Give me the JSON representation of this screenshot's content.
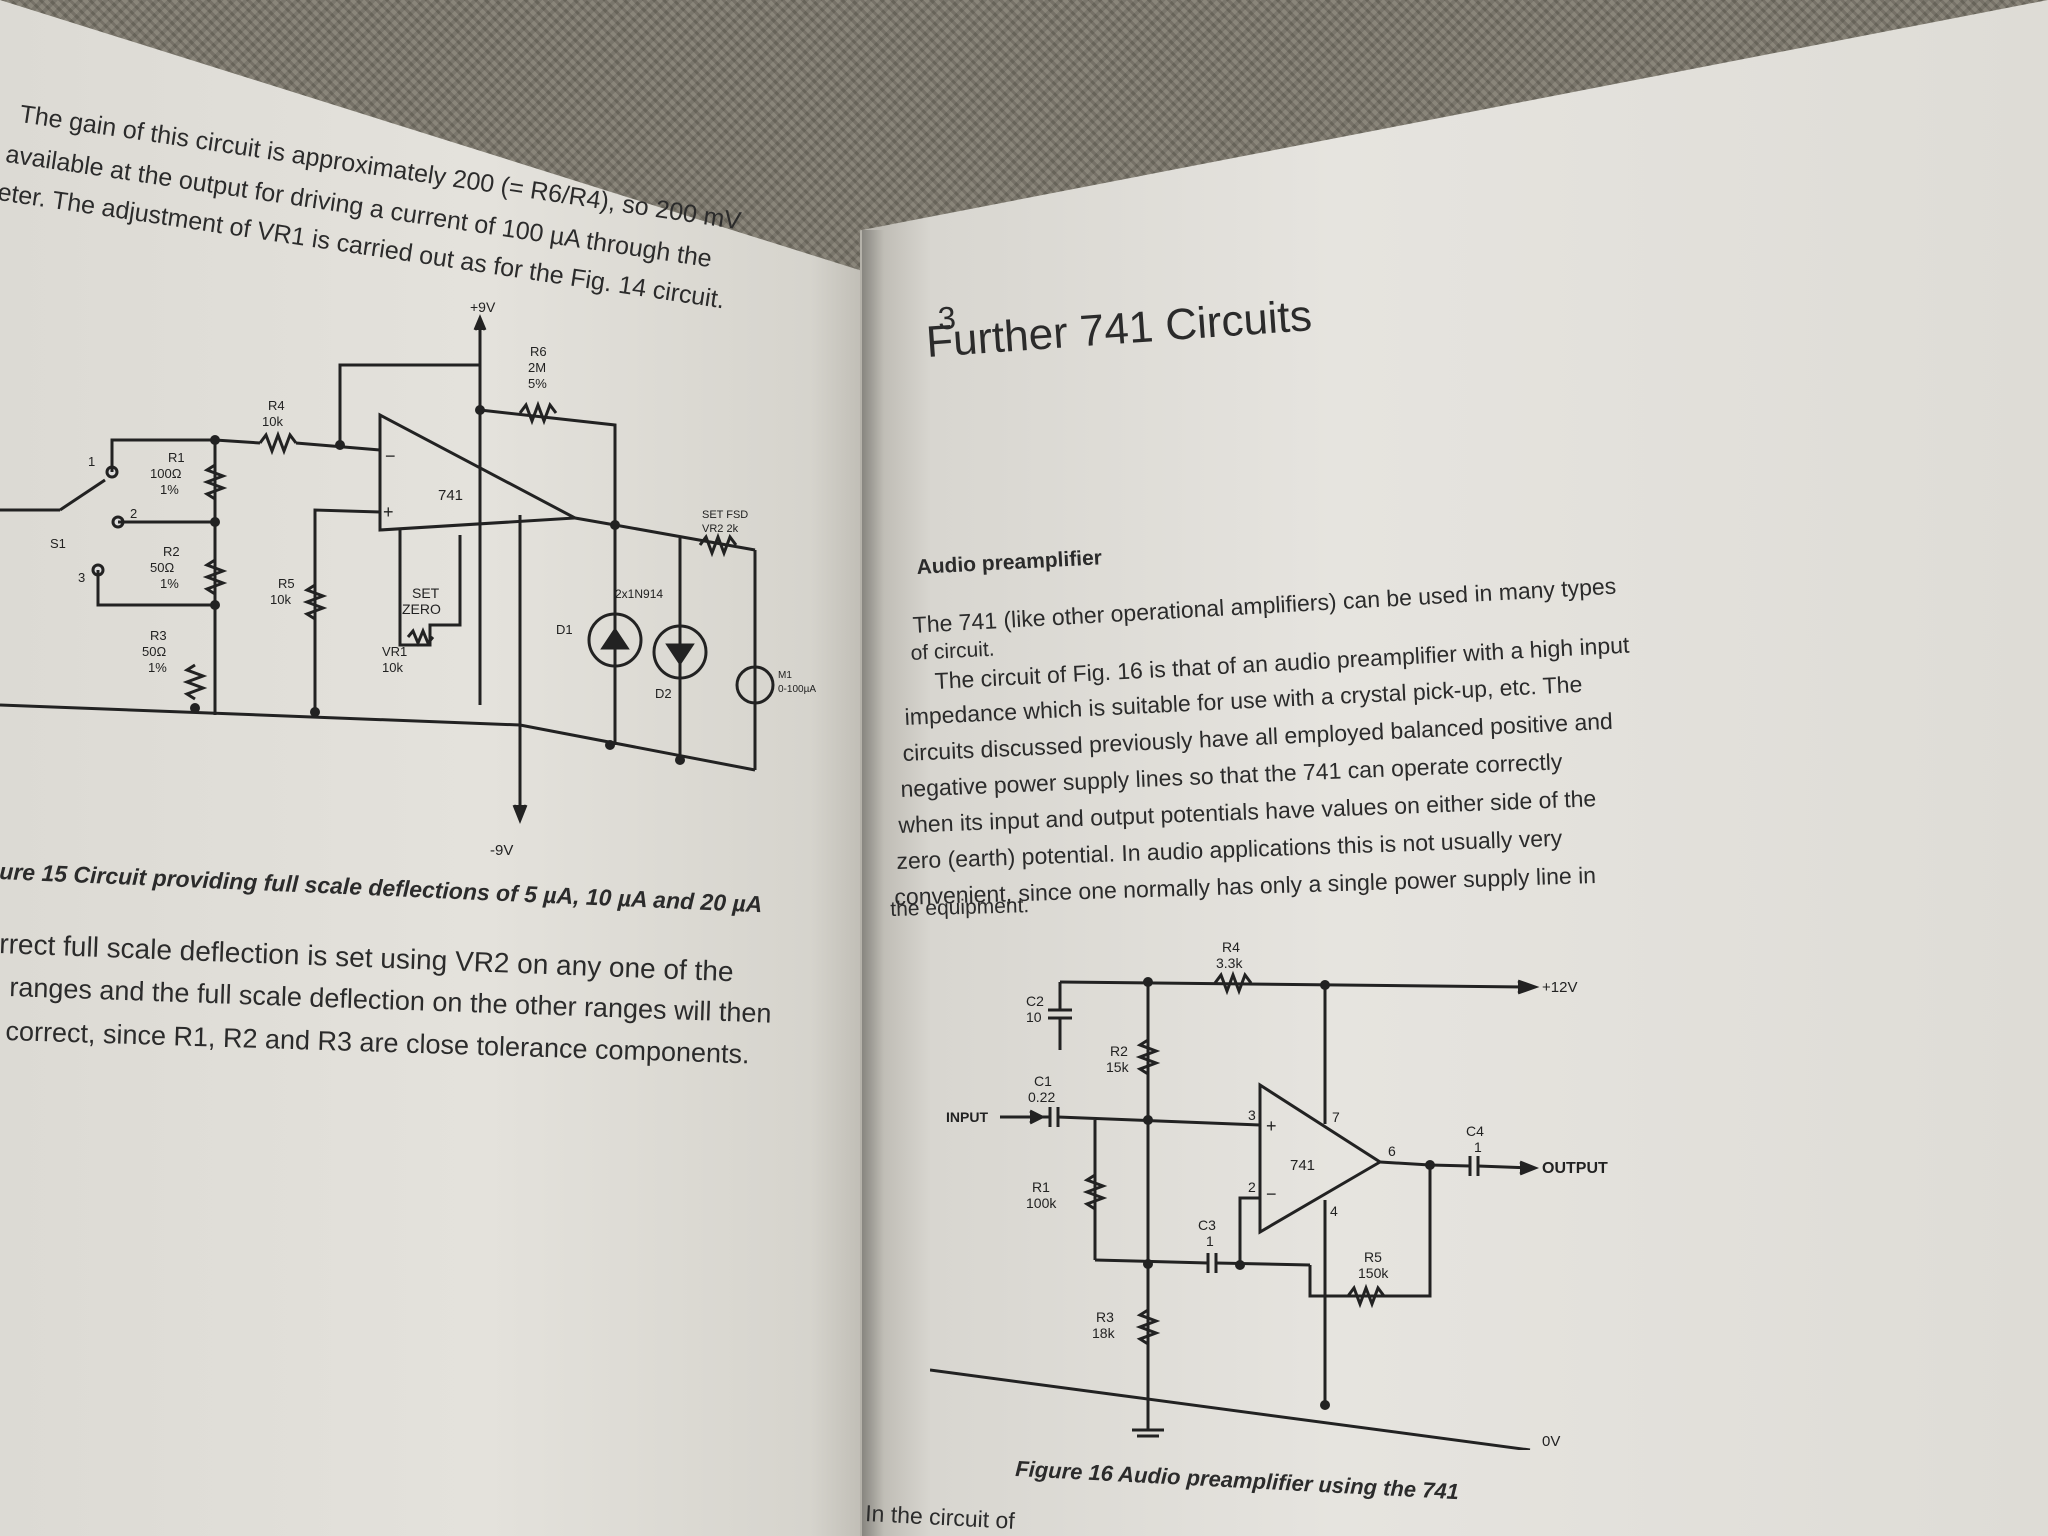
{
  "left_page": {
    "intro_lines": [
      "The gain of this circuit is approximately 200 (= R6/R4), so 200 mV",
      "available at the output for driving a current of 100 µA through the",
      "eter. The adjustment of VR1 is carried out as for the Fig. 14 circuit."
    ],
    "figure15_caption": "ure 15 Circuit providing full scale deflections of 5 µA, 10 µA and 20 µA",
    "body_lines": [
      "rrect full scale deflection is set using VR2 on any one of the",
      "ranges and the full scale deflection on the other ranges will then",
      "correct, since R1, R2 and R3 are close tolerance components."
    ],
    "fig15_labels": {
      "supply_pos": "+9V",
      "supply_neg": "-9V",
      "r6": "R6",
      "r6_val": "2M",
      "r6_tol": "5%",
      "r4": "R4",
      "r4_val": "10k",
      "r1": "R1",
      "r1_val": "100Ω",
      "r1_tol": "1%",
      "r2": "R2",
      "r2_val": "50Ω",
      "r2_tol": "1%",
      "r3": "R3",
      "r3_val": "50Ω",
      "r3_tol": "1%",
      "r5": "R5",
      "r5_val": "10k",
      "opamp": "741",
      "plus": "+",
      "minus": "−",
      "set_zero_1": "SET",
      "set_zero_2": "ZERO",
      "vr1": "VR1",
      "vr1_val": "10k",
      "set_fsd": "SET FSD",
      "vr2": "VR2 2k",
      "diodes": "2x1N914",
      "d1": "D1",
      "d2": "D2",
      "switch": "S1",
      "pos1": "1",
      "pos2": "2",
      "pos3": "3",
      "meter": "M1",
      "meter_val": "0-100µA"
    }
  },
  "right_page": {
    "chapter_number": "3",
    "chapter_title": "Further 741 Circuits",
    "section_heading": "Audio preamplifier",
    "para1_lines": [
      "The 741 (like other operational amplifiers) can be used in many types",
      "of circuit."
    ],
    "para2_lines": [
      "The circuit of Fig. 16 is that of an audio preamplifier with a high input",
      "impedance which is suitable for use with a crystal pick-up, etc. The",
      "circuits discussed previously have all employed balanced positive and",
      "negative power supply lines so that the 741 can operate correctly",
      "when its input and output potentials have values on either side of the",
      "zero (earth) potential. In audio applications this is not usually very",
      "convenient, since one normally has only a single power supply line in",
      "the equipment."
    ],
    "figure16_caption": "Figure 16 Audio preamplifier using the 741",
    "bottom_fragment": "In the circuit of",
    "fig16_labels": {
      "r4": "R4",
      "r4_val": "3.3k",
      "supply": "+12V",
      "c2": "C2",
      "c2_val": "10",
      "r2": "R2",
      "r2_val": "15k",
      "c1": "C1",
      "c1_val": "0.22",
      "input": "INPUT",
      "output": "OUTPUT",
      "pin3": "3",
      "pin2": "2",
      "pin7": "7",
      "pin6": "6",
      "pin4": "4",
      "plus": "+",
      "minus": "−",
      "opamp": "741",
      "c4": "C4",
      "c4_val": "1",
      "r1": "R1",
      "r1_val": "100k",
      "c3": "C3",
      "c3_val": "1",
      "r5": "R5",
      "r5_val": "150k",
      "r3": "R3",
      "r3_val": "18k",
      "ground": "0V"
    }
  }
}
